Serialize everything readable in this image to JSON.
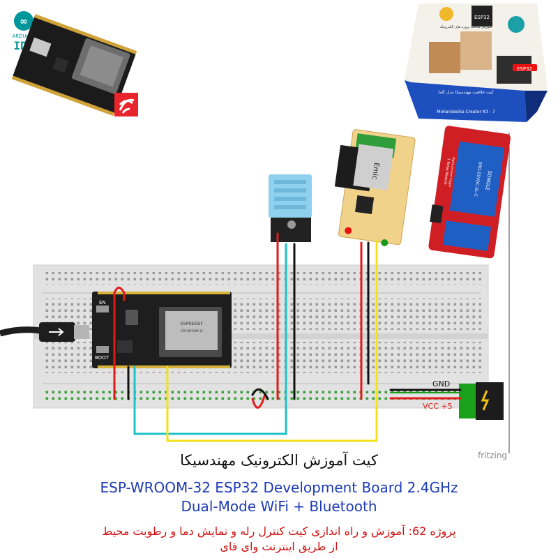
{
  "logos": {
    "arduino_name": "ARDUINO",
    "arduino_ide": "IDE"
  },
  "kit_box": {
    "badge": "ESP32",
    "tag": "ESP32",
    "front_text": "کیت خلاقیت مهندسیکا مدل کاما",
    "front_brand": "Mohandesika Creator Kit - 7",
    "side_text": "آموزش ساخت پروژه های الکترونیک"
  },
  "diagram": {
    "labels": {
      "en": "EN",
      "boot": "BOOT",
      "gnd": "GND",
      "vcc": "VCC +5",
      "fritzing": "fritzing",
      "module_chip": "ESPRESSIF",
      "module_sub": "ESP-WROOM-32",
      "relay_brand": "Emic",
      "relay_module_title": "1 Relay Module",
      "relay_module_trigger": "High/Low level trigger",
      "relay_module_model": "SRD-05VDC-SL-C",
      "relay_module_brand": "SONGLE"
    },
    "wire_colors": {
      "red": "#e11a1a",
      "black": "#111111",
      "cyan": "#1ec3c8",
      "yellow": "#f4e11a",
      "green": "#1aa01a"
    }
  },
  "caption": {
    "title_fa": "کیت آموزش الکترونیک مهندسیکا",
    "line1": "ESP-WROOM-32 ESP32  Development Board 2.4GHz",
    "line2": "Dual-Mode WiFi + Bluetooth",
    "project_line1": "پروژه 62: آموزش و راه اندازی کیت کنترل رله و نمایش دما و رطوبت محیط",
    "project_line2": "از طریق اینترنت وای فای"
  }
}
